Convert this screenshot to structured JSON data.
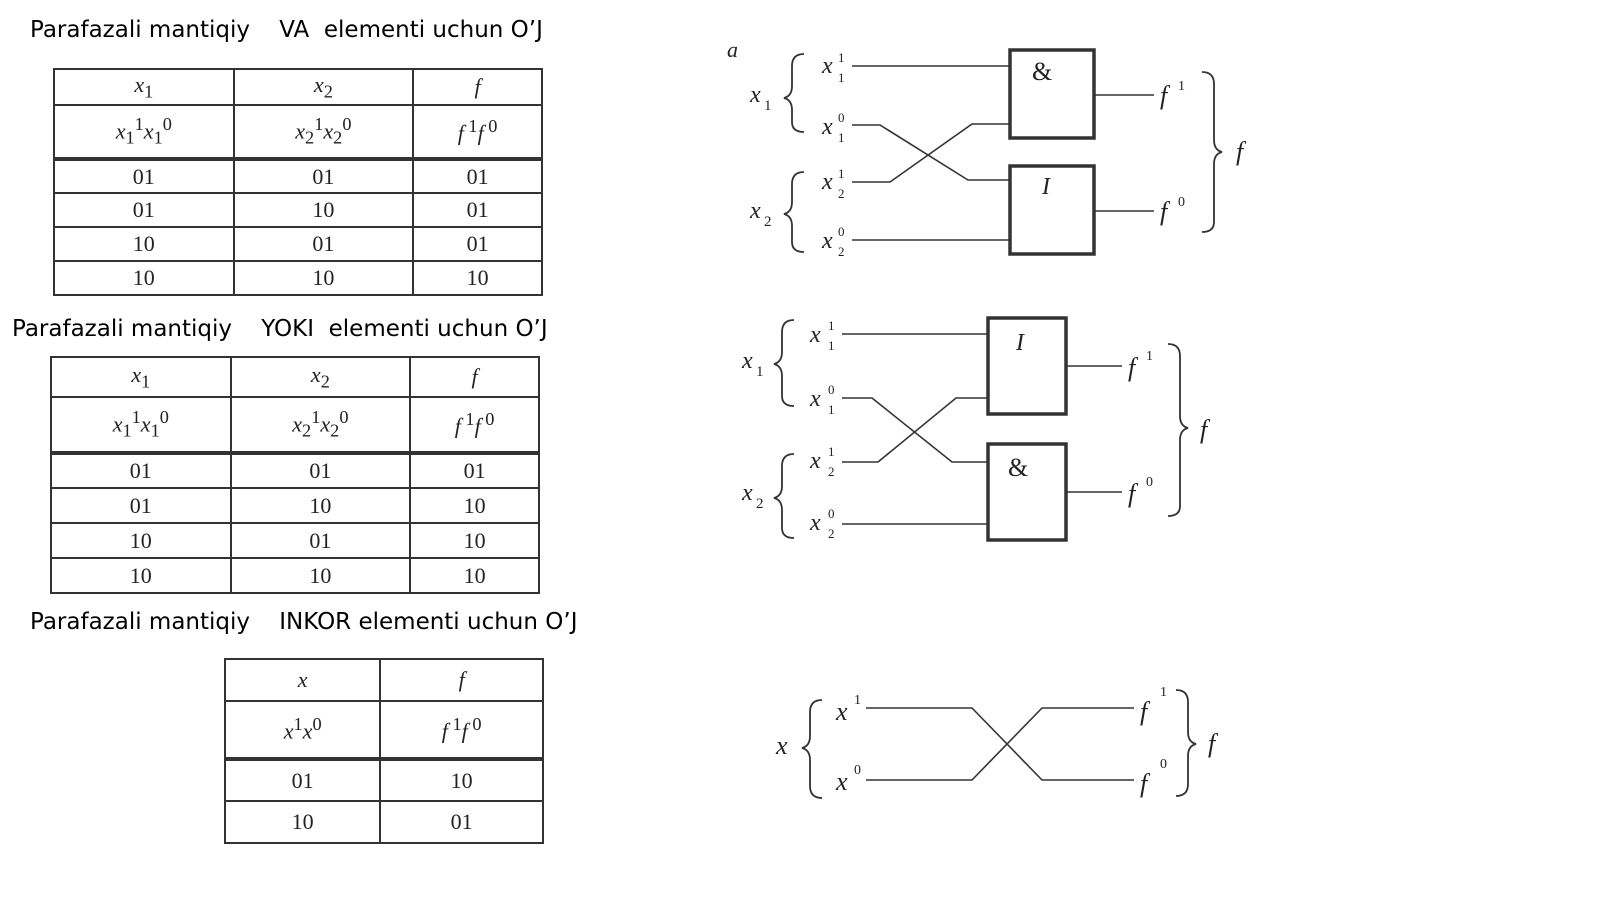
{
  "sections": [
    {
      "heading": "Parafazali mantiqiy    VA  elementi uchun O’J",
      "table": {
        "head": [
          "x1",
          "x2",
          "f"
        ],
        "subhead": [
          "x11x10",
          "x21x20",
          "f1f0"
        ],
        "rows": [
          [
            "01",
            "01",
            "01"
          ],
          [
            "01",
            "10",
            "01"
          ],
          [
            "10",
            "01",
            "01"
          ],
          [
            "10",
            "10",
            "10"
          ]
        ]
      },
      "diagram": {
        "label": "a",
        "top_gate": "&",
        "bottom_gate": "I"
      }
    },
    {
      "heading": "Parafazali mantiqiy    YOKI  elementi uchun O’J",
      "table": {
        "head": [
          "x1",
          "x2",
          "f"
        ],
        "subhead": [
          "x11x10",
          "x21x20",
          "f1f0"
        ],
        "rows": [
          [
            "01",
            "01",
            "01"
          ],
          [
            "01",
            "10",
            "10"
          ],
          [
            "10",
            "01",
            "10"
          ],
          [
            "10",
            "10",
            "10"
          ]
        ]
      },
      "diagram": {
        "top_gate": "I",
        "bottom_gate": "&"
      }
    },
    {
      "heading": "Parafazali mantiqiy    INKOR elementi uchun O’J",
      "table": {
        "head": [
          "x",
          "f"
        ],
        "subhead": [
          "x1x0",
          "f1f0"
        ],
        "rows": [
          [
            "01",
            "10"
          ],
          [
            "10",
            "01"
          ]
        ]
      }
    }
  ]
}
